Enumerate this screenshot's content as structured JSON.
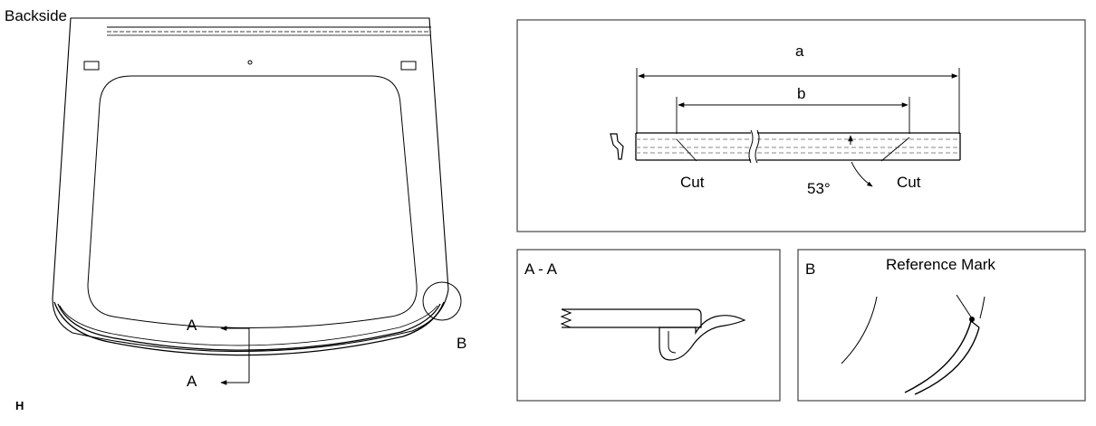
{
  "labels": {
    "backside": "Backside",
    "section_a_top": "A",
    "section_a_bottom": "A",
    "detail_b": "B",
    "footer_code": "H"
  },
  "dimension_panel": {
    "dim_a": "a",
    "dim_b": "b",
    "cut_left": "Cut",
    "cut_right": "Cut",
    "angle": "53°"
  },
  "section_panel": {
    "title": "A - A"
  },
  "detail_panel": {
    "title": "B",
    "subtitle": "Reference Mark"
  },
  "colors": {
    "line": "#000000",
    "panel_border": "#444444",
    "hidden_line": "#888888"
  }
}
